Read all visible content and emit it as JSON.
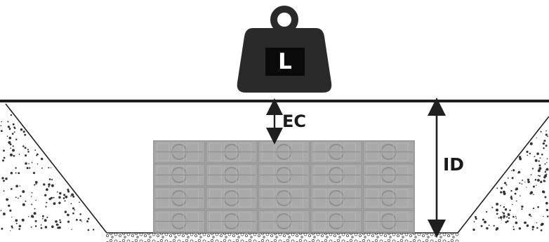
{
  "labels": {
    "load": "L",
    "earth_cover": "EC",
    "installation_depth": "ID"
  },
  "colors": {
    "weight": "#2a2a2a",
    "ground_line": "#1f1f1f",
    "module": "#a9a9a9",
    "module_detail": "#8f8f8f",
    "backfill_dots": "#333333"
  },
  "icons": {
    "load_weight": "weight-icon",
    "earth_cover_arrow": "double-arrow-vertical-icon",
    "installation_depth_arrow": "double-arrow-vertical-icon"
  },
  "grid": {
    "rows": 4,
    "cols": 5
  }
}
